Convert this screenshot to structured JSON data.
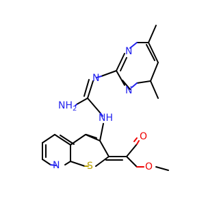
{
  "molecule": {
    "atom_labels": {
      "n_pyrimidine_top": "N",
      "n_pyrimidine_bottom": "N",
      "n_imine": "N",
      "nh2": "NH",
      "nh2_subscript": "2",
      "nh": "NH",
      "n_pyridine": "N",
      "s_thiophene": "S",
      "o_carbonyl": "O",
      "o_ester": "O"
    },
    "colors": {
      "carbon": "#000000",
      "nitrogen": "#2222ee",
      "sulfur": "#b8a000",
      "oxygen": "#ee0000"
    }
  }
}
